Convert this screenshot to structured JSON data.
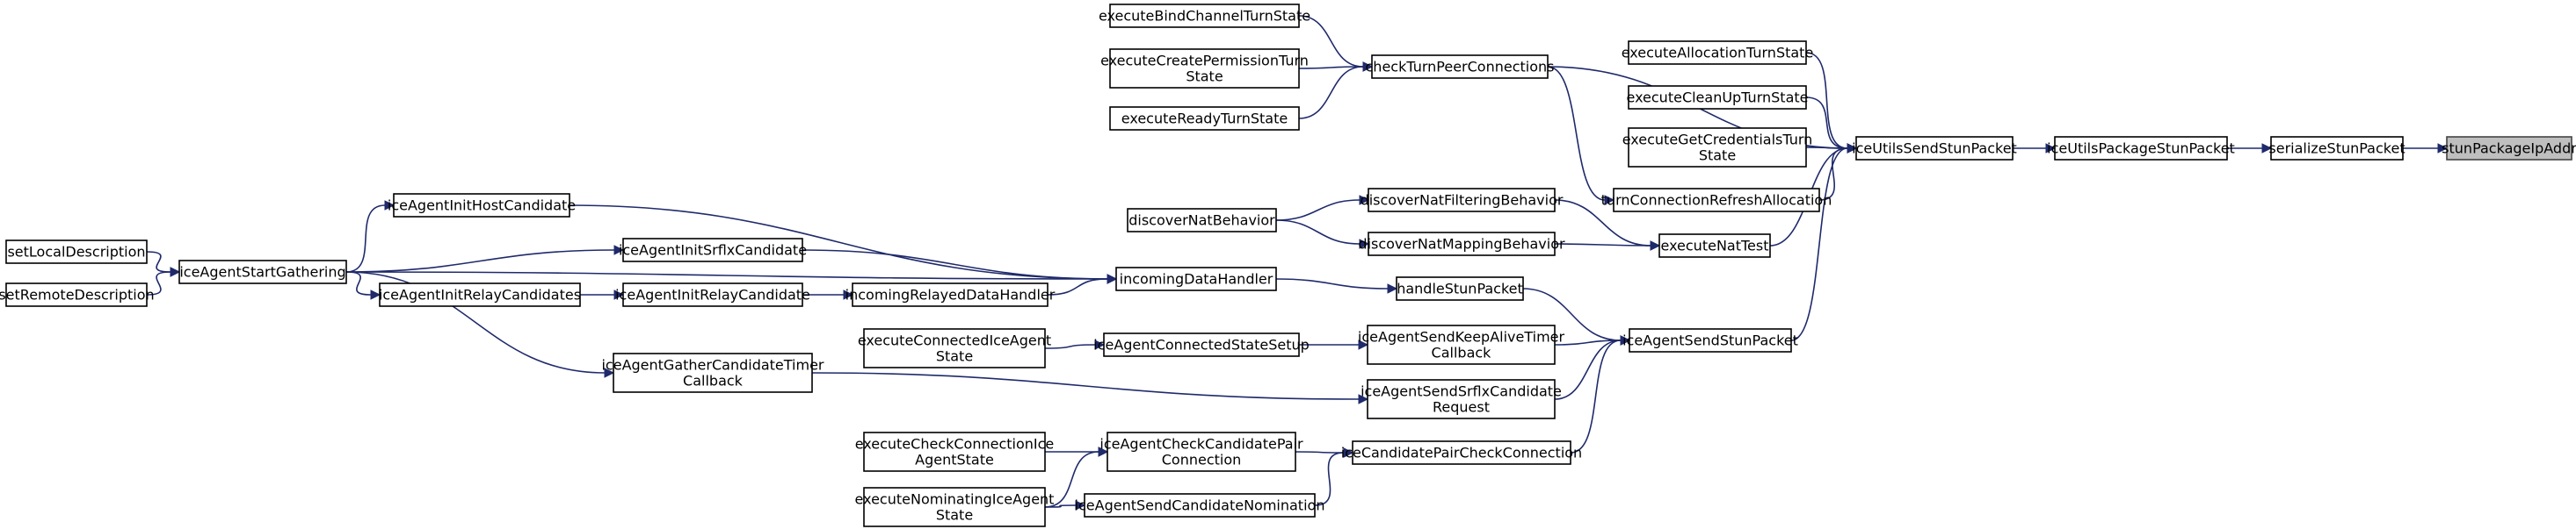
{
  "colors": {
    "node_fill": "#ffffff",
    "root_fill": "#bfbfbf",
    "edge": "#1f2a6b"
  },
  "nodes": [
    {
      "id": "stunPackageIpAddr",
      "lines": [
        "stunPackageIpAddr"
      ],
      "root": true
    },
    {
      "id": "serializeStunPacket",
      "lines": [
        "serializeStunPacket"
      ]
    },
    {
      "id": "iceUtilsPackageStunPacket",
      "lines": [
        "iceUtilsPackageStunPacket"
      ]
    },
    {
      "id": "iceUtilsSendStunPacket",
      "lines": [
        "iceUtilsSendStunPacket"
      ]
    },
    {
      "id": "checkTurnPeerConnections",
      "lines": [
        "checkTurnPeerConnections"
      ]
    },
    {
      "id": "executeAllocationTurnState",
      "lines": [
        "executeAllocationTurnState"
      ]
    },
    {
      "id": "executeCleanUpTurnState",
      "lines": [
        "executeCleanUpTurnState"
      ]
    },
    {
      "id": "executeGetCredentialsTurnState",
      "lines": [
        "executeGetCredentialsTurn",
        "State"
      ]
    },
    {
      "id": "iceAgentSendStunPacket",
      "lines": [
        "iceAgentSendStunPacket"
      ]
    },
    {
      "id": "executeNatTest",
      "lines": [
        "executeNatTest"
      ]
    },
    {
      "id": "turnConnectionRefreshAllocation",
      "lines": [
        "turnConnectionRefreshAllocation"
      ]
    },
    {
      "id": "executeBindChannelTurnState",
      "lines": [
        "executeBindChannelTurnState"
      ]
    },
    {
      "id": "executeCreatePermissionTurnState",
      "lines": [
        "executeCreatePermissionTurn",
        "State"
      ]
    },
    {
      "id": "executeReadyTurnState",
      "lines": [
        "executeReadyTurnState"
      ]
    },
    {
      "id": "discoverNatFilteringBehavior",
      "lines": [
        "discoverNatFilteringBehavior"
      ]
    },
    {
      "id": "discoverNatMappingBehavior",
      "lines": [
        "discoverNatMappingBehavior"
      ]
    },
    {
      "id": "discoverNatBehavior",
      "lines": [
        "discoverNatBehavior"
      ]
    },
    {
      "id": "handleStunPacket",
      "lines": [
        "handleStunPacket"
      ]
    },
    {
      "id": "iceAgentSendKeepAliveTimerCallback",
      "lines": [
        "iceAgentSendKeepAliveTimer",
        "Callback"
      ]
    },
    {
      "id": "iceAgentSendSrflxCandidateRequest",
      "lines": [
        "iceAgentSendSrflxCandidate",
        "Request"
      ]
    },
    {
      "id": "iceCandidatePairCheckConnection",
      "lines": [
        "iceCandidatePairCheckConnection"
      ]
    },
    {
      "id": "incomingDataHandler",
      "lines": [
        "incomingDataHandler"
      ]
    },
    {
      "id": "iceAgentConnectedStateSetup",
      "lines": [
        "iceAgentConnectedStateSetup"
      ]
    },
    {
      "id": "executeConnectedIceAgentState",
      "lines": [
        "executeConnectedIceAgent",
        "State"
      ]
    },
    {
      "id": "iceAgentGatherCandidateTimerCallback",
      "lines": [
        "iceAgentGatherCandidateTimer",
        "Callback"
      ]
    },
    {
      "id": "iceAgentCheckCandidatePairConnection",
      "lines": [
        "iceAgentCheckCandidatePair",
        "Connection"
      ]
    },
    {
      "id": "iceAgentSendCandidateNomination",
      "lines": [
        "iceAgentSendCandidateNomination"
      ]
    },
    {
      "id": "executeCheckConnectionIceAgentState",
      "lines": [
        "executeCheckConnectionIce",
        "AgentState"
      ]
    },
    {
      "id": "executeNominatingIceAgentState",
      "lines": [
        "executeNominatingIceAgent",
        "State"
      ]
    },
    {
      "id": "iceAgentInitHostCandidate",
      "lines": [
        "iceAgentInitHostCandidate"
      ]
    },
    {
      "id": "iceAgentInitSrflxCandidate",
      "lines": [
        "iceAgentInitSrflxCandidate"
      ]
    },
    {
      "id": "incomingRelayedDataHandler",
      "lines": [
        "incomingRelayedDataHandler"
      ]
    },
    {
      "id": "iceAgentInitRelayCandidate",
      "lines": [
        "iceAgentInitRelayCandidate"
      ]
    },
    {
      "id": "iceAgentInitRelayCandidates",
      "lines": [
        "iceAgentInitRelayCandidates"
      ]
    },
    {
      "id": "iceAgentStartGathering",
      "lines": [
        "iceAgentStartGathering"
      ]
    },
    {
      "id": "setLocalDescription",
      "lines": [
        "setLocalDescription"
      ]
    },
    {
      "id": "setRemoteDescription",
      "lines": [
        "setRemoteDescription"
      ]
    }
  ],
  "edges": [
    {
      "from": "serializeStunPacket",
      "to": "stunPackageIpAddr"
    },
    {
      "from": "iceUtilsPackageStunPacket",
      "to": "serializeStunPacket"
    },
    {
      "from": "iceUtilsSendStunPacket",
      "to": "iceUtilsPackageStunPacket"
    },
    {
      "from": "checkTurnPeerConnections",
      "to": "iceUtilsSendStunPacket"
    },
    {
      "from": "executeAllocationTurnState",
      "to": "iceUtilsSendStunPacket"
    },
    {
      "from": "executeCleanUpTurnState",
      "to": "iceUtilsSendStunPacket"
    },
    {
      "from": "executeGetCredentialsTurnState",
      "to": "iceUtilsSendStunPacket"
    },
    {
      "from": "turnConnectionRefreshAllocation",
      "to": "iceUtilsSendStunPacket"
    },
    {
      "from": "executeNatTest",
      "to": "iceUtilsSendStunPacket"
    },
    {
      "from": "iceAgentSendStunPacket",
      "to": "iceUtilsSendStunPacket"
    },
    {
      "from": "executeBindChannelTurnState",
      "to": "checkTurnPeerConnections"
    },
    {
      "from": "executeCreatePermissionTurnState",
      "to": "checkTurnPeerConnections"
    },
    {
      "from": "executeReadyTurnState",
      "to": "checkTurnPeerConnections"
    },
    {
      "from": "checkTurnPeerConnections",
      "to": "turnConnectionRefreshAllocation"
    },
    {
      "from": "discoverNatFilteringBehavior",
      "to": "executeNatTest"
    },
    {
      "from": "discoverNatMappingBehavior",
      "to": "executeNatTest"
    },
    {
      "from": "discoverNatBehavior",
      "to": "discoverNatFilteringBehavior"
    },
    {
      "from": "discoverNatBehavior",
      "to": "discoverNatMappingBehavior"
    },
    {
      "from": "handleStunPacket",
      "to": "iceAgentSendStunPacket"
    },
    {
      "from": "iceAgentSendKeepAliveTimerCallback",
      "to": "iceAgentSendStunPacket"
    },
    {
      "from": "iceAgentSendSrflxCandidateRequest",
      "to": "iceAgentSendStunPacket"
    },
    {
      "from": "iceCandidatePairCheckConnection",
      "to": "iceAgentSendStunPacket"
    },
    {
      "from": "incomingDataHandler",
      "to": "handleStunPacket"
    },
    {
      "from": "iceAgentConnectedStateSetup",
      "to": "iceAgentSendKeepAliveTimerCallback"
    },
    {
      "from": "executeConnectedIceAgentState",
      "to": "iceAgentConnectedStateSetup"
    },
    {
      "from": "iceAgentGatherCandidateTimerCallback",
      "to": "iceAgentSendSrflxCandidateRequest"
    },
    {
      "from": "iceAgentCheckCandidatePairConnection",
      "to": "iceCandidatePairCheckConnection"
    },
    {
      "from": "iceAgentSendCandidateNomination",
      "to": "iceCandidatePairCheckConnection"
    },
    {
      "from": "executeCheckConnectionIceAgentState",
      "to": "iceAgentCheckCandidatePairConnection"
    },
    {
      "from": "executeNominatingIceAgentState",
      "to": "iceAgentCheckCandidatePairConnection"
    },
    {
      "from": "executeNominatingIceAgentState",
      "to": "iceAgentSendCandidateNomination"
    },
    {
      "from": "iceAgentInitHostCandidate",
      "to": "incomingDataHandler"
    },
    {
      "from": "iceAgentInitSrflxCandidate",
      "to": "incomingDataHandler"
    },
    {
      "from": "incomingRelayedDataHandler",
      "to": "incomingDataHandler"
    },
    {
      "from": "iceAgentStartGathering",
      "to": "incomingDataHandler"
    },
    {
      "from": "iceAgentInitRelayCandidate",
      "to": "incomingRelayedDataHandler"
    },
    {
      "from": "iceAgentInitRelayCandidates",
      "to": "iceAgentInitRelayCandidate"
    },
    {
      "from": "iceAgentStartGathering",
      "to": "iceAgentInitHostCandidate"
    },
    {
      "from": "iceAgentStartGathering",
      "to": "iceAgentInitSrflxCandidate"
    },
    {
      "from": "iceAgentStartGathering",
      "to": "iceAgentInitRelayCandidates"
    },
    {
      "from": "iceAgentStartGathering",
      "to": "iceAgentGatherCandidateTimerCallback"
    },
    {
      "from": "setLocalDescription",
      "to": "iceAgentStartGathering"
    },
    {
      "from": "setRemoteDescription",
      "to": "iceAgentStartGathering"
    }
  ]
}
